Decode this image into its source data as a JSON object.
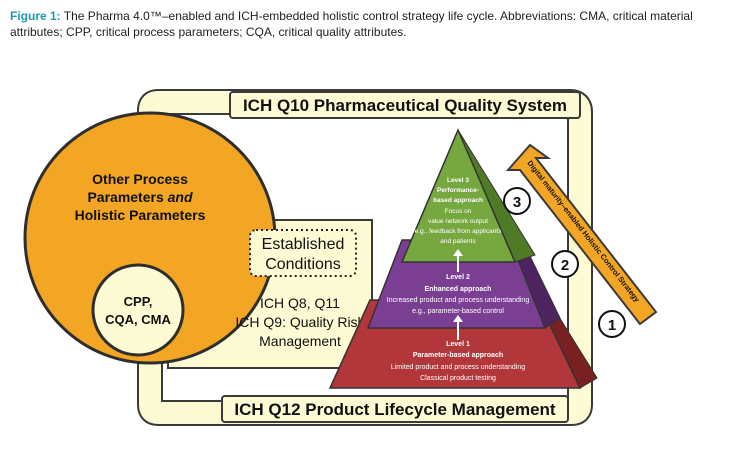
{
  "caption": {
    "label": "Figure 1:",
    "text": "The Pharma 4.0™–enabled and ICH-embedded holistic control strategy life cycle. Abbreviations: CMA, critical material attributes; CPP, critical process parameters; CQA, critical quality attributes."
  },
  "banners": {
    "top": "ICH Q10 Pharmaceutical Quality System",
    "bottom": "ICH Q12 Product Lifecycle Management"
  },
  "circle": {
    "outer_line1": "Other Process",
    "outer_line2_a": "Parameters ",
    "outer_line2_b": "and",
    "outer_line3": "Holistic Parameters",
    "inner_line1": "CPP,",
    "inner_line2": "CQA, CMA"
  },
  "established": {
    "line1": "Established",
    "line2": "Conditions"
  },
  "guidelines": {
    "line1": "ICH Q8, Q11",
    "line2": "ICH Q9: Quality Risk",
    "line3": "Management"
  },
  "pyramid": {
    "level3": {
      "number": "3",
      "lines": [
        "Level 3",
        "Performance-",
        "based approach",
        "Focus on",
        "value network output",
        "e.g., feedback from applicants",
        "and patients"
      ]
    },
    "level2": {
      "number": "2",
      "lines": [
        "Level 2",
        "Enhanced approach",
        "Increased product and process understanding",
        "e.g., parameter-based control"
      ]
    },
    "level1": {
      "number": "1",
      "lines": [
        "Level 1",
        "Parameter-based approach",
        "Limited product and process understanding",
        "Classical product testing"
      ]
    }
  },
  "arrow_label": "Digital maturity–enabled Holistic Control Strategy",
  "colors": {
    "level3": "#76a83f",
    "level2": "#7a3f93",
    "level1": "#b2373a",
    "circle": "#f2a623",
    "cream": "#fdfbd3",
    "arrow": "#f2a623",
    "accent": "#1e9ab0"
  }
}
